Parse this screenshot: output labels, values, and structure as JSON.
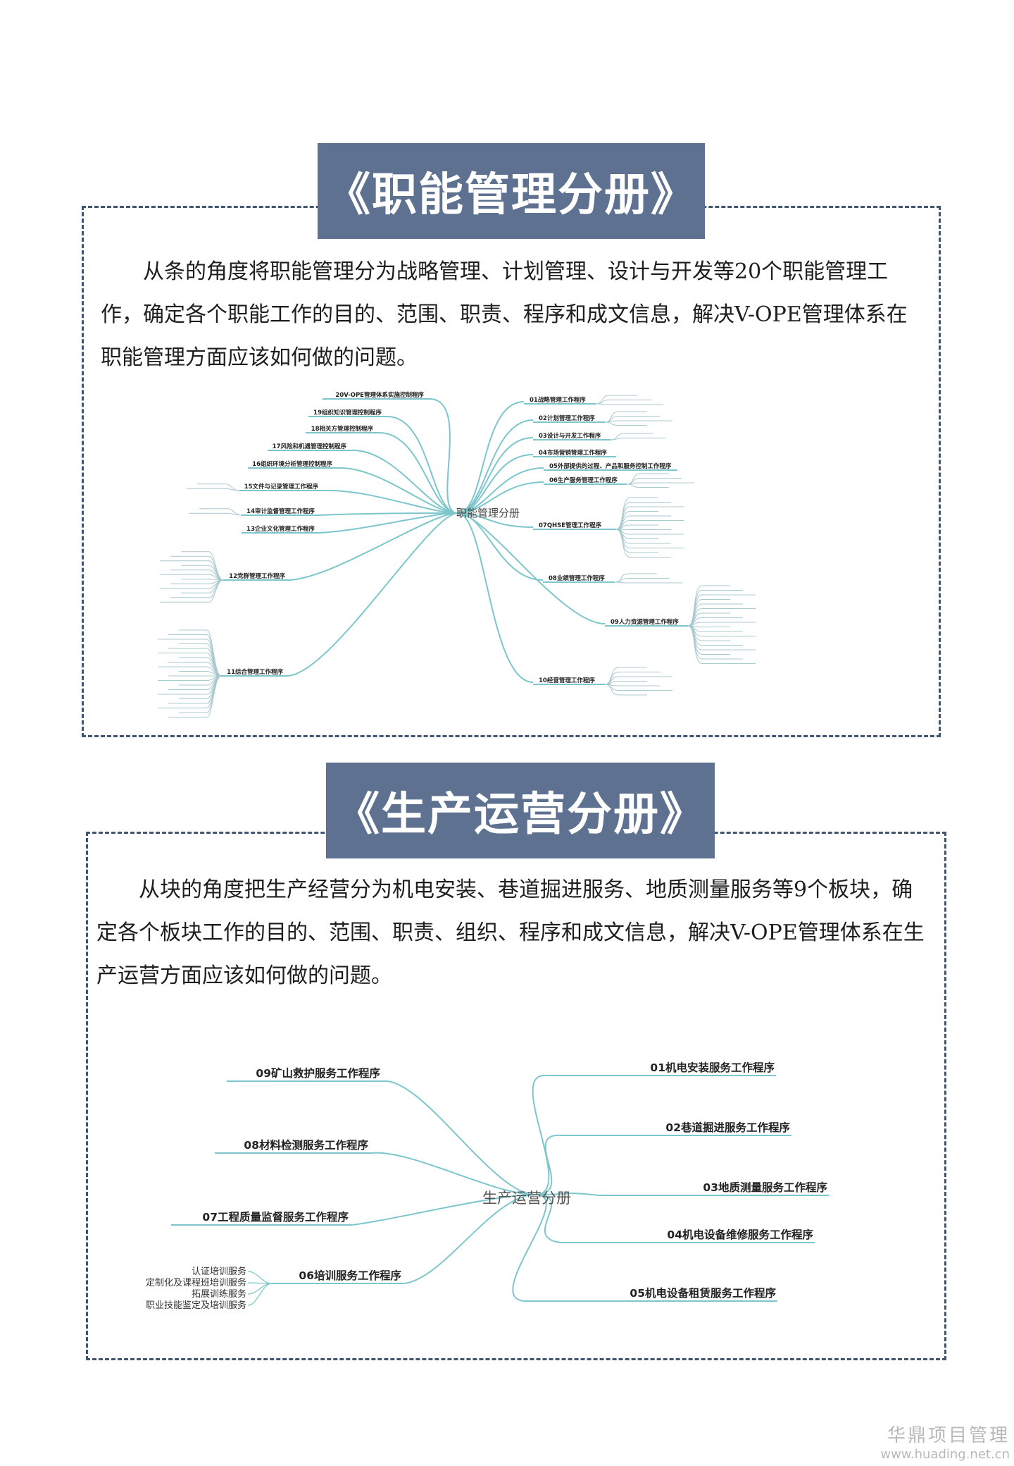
{
  "section1": {
    "title": "《职能管理分册》",
    "intro": "从条的角度将职能管理分为战略管理、计划管理、设计与开发等20个职能管理工作，确定各个职能工作的目的、范围、职责、程序和成文信息，解决V-OPE管理体系在职能管理方面应该如何做的问题。",
    "mindmap": {
      "center": "职能管理分册",
      "right_nodes": [
        "01战略管理工作程序",
        "02计划管理工作程序",
        "03设计与开发工作程序",
        "04市场营销管理工作程序",
        "05外部提供的过程、产品和服务控制工作程序",
        "06生产服务管理工作程序",
        "07QHSE管理工作程序",
        "08业绩管理工作程序",
        "09人力资源管理工作程序",
        "10经营管理工作程序"
      ],
      "left_nodes": [
        "20V-OPE管理体系实施控制程序",
        "19组织知识管理控制程序",
        "18相关方管理控制程序",
        "17风险和机遇管理控制程序",
        "16组织环境分析管理控制程序",
        "15文件与记录管理工作程序",
        "14审计监督管理工作程序",
        "13企业文化管理工作程序",
        "12党群管理工作程序",
        "11综合管理工作程序"
      ]
    }
  },
  "section2": {
    "title": "《生产运营分册》",
    "intro": "从块的角度把生产经营分为机电安装、巷道掘进服务、地质测量服务等9个板块，确定各个板块工作的目的、范围、职责、组织、程序和成文信息，解决V-OPE管理体系在生产运营方面应该如何做的问题。",
    "mindmap": {
      "center": "生产运营分册",
      "right_nodes": [
        "01机电安装服务工作程序",
        "02巷道掘进服务工作程序",
        "03地质测量服务工作程序",
        "04机电设备维修服务工作程序",
        "05机电设备租赁服务工作程序"
      ],
      "left_nodes": [
        "09矿山救护服务工作程序",
        "08材料检测服务工作程序",
        "07工程质量监督服务工作程序",
        "06培训服务工作程序"
      ],
      "training_sub": [
        "认证培训服务",
        "定制化及课程班培训服务",
        "拓展训练服务",
        "职业技能鉴定及培训服务"
      ]
    }
  },
  "watermark": {
    "name": "华鼎项目管理",
    "url": "www.huading.net.cn"
  },
  "colors": {
    "title_bg": "#5f7190",
    "border": "#3f5573",
    "mindmap_line": "#7cc6cc"
  }
}
